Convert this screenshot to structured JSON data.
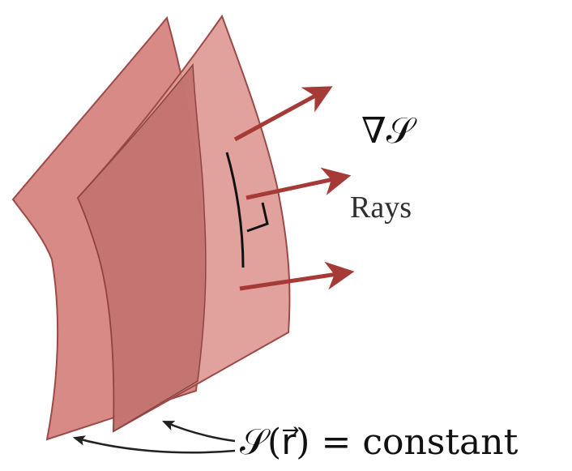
{
  "labels": {
    "gradient": "∇𝒮",
    "rays": "Rays",
    "wavefront_equation": "𝒮(r⃗) = constant"
  },
  "colors": {
    "back_surface": "#d88a86",
    "back_surface_edge": "#9c4a48",
    "front_surface": "#de9994",
    "overlap_region": "#c06f6b",
    "ray_arrow": "#a63a36",
    "leader_line": "#222222",
    "text": "#111111"
  },
  "icons": {
    "right_angle": "right-angle-mark",
    "arrow": "arrowhead"
  }
}
